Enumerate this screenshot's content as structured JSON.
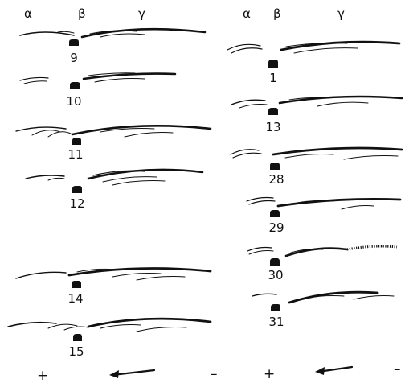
{
  "headers": {
    "left": {
      "alpha": "α",
      "beta": "β",
      "gamma": "γ"
    },
    "right": {
      "alpha": "α",
      "beta": "β",
      "gamma": "γ"
    }
  },
  "samples": {
    "left": [
      "9",
      "10",
      "11",
      "12",
      "14",
      "15"
    ],
    "right": [
      "1",
      "13",
      "28",
      "29",
      "30",
      "31"
    ]
  },
  "footer": {
    "left": {
      "plus": "+",
      "minus": "–"
    },
    "right": {
      "plus": "+",
      "minus": "–"
    }
  },
  "colors": {
    "ink": "#111111",
    "paper": "#ffffff"
  }
}
